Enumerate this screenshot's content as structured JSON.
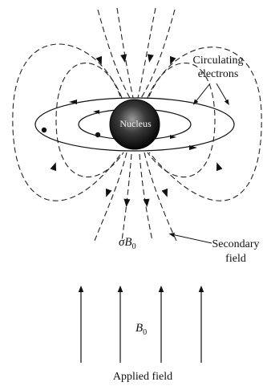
{
  "labels": {
    "circulating_line1": "Circulating",
    "circulating_line2": "electrons",
    "nucleus": "Nucleus",
    "sigma": "σ",
    "b": "B",
    "sub0": "0",
    "secondary_line1": "Secondary",
    "secondary_line2": "field",
    "applied_field": "Applied field"
  }
}
